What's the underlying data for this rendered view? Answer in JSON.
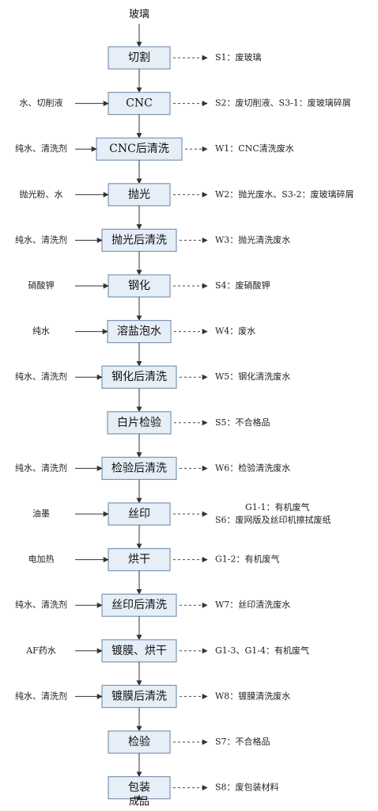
{
  "flow": {
    "start": "玻璃",
    "end": "成品",
    "steps": [
      {
        "name": "切割",
        "input": "",
        "output": [
          "S1：废玻璃"
        ]
      },
      {
        "name": "CNC",
        "input": "水、切削液",
        "output": [
          "S2：废切削液、S3-1：废玻璃碎屑"
        ]
      },
      {
        "name": "CNC后清洗",
        "input": "纯水、清洗剂",
        "output": [
          "W1：CNC清洗废水"
        ]
      },
      {
        "name": "抛光",
        "input": "抛光粉、水",
        "output": [
          "W2：抛光废水、S3-2：废玻璃碎屑"
        ]
      },
      {
        "name": "抛光后清洗",
        "input": "纯水、清洗剂",
        "output": [
          "W3：抛光清洗废水"
        ]
      },
      {
        "name": "钢化",
        "input": "硝酸钾",
        "output": [
          "S4：废硝酸钾"
        ]
      },
      {
        "name": "溶盐泡水",
        "input": "纯水",
        "output": [
          "W4：废水"
        ]
      },
      {
        "name": "钢化后清洗",
        "input": "纯水、清洗剂",
        "output": [
          "W5：钢化清洗废水"
        ]
      },
      {
        "name": "白片检验",
        "input": "",
        "output": [
          "S5：不合格品"
        ]
      },
      {
        "name": "检验后清洗",
        "input": "纯水、清洗剂",
        "output": [
          "W6：检验清洗废水"
        ]
      },
      {
        "name": "丝印",
        "input": "油墨",
        "output": [
          "G1-1：有机废气",
          "S6：废网版及丝印机擦拭废纸"
        ]
      },
      {
        "name": "烘干",
        "input": "电加热",
        "output": [
          "G1-2：有机废气"
        ]
      },
      {
        "name": "丝印后清洗",
        "input": "纯水、清洗剂",
        "output": [
          "W7：丝印清洗废水"
        ]
      },
      {
        "name": "镀膜、烘干",
        "input": "AF药水",
        "output": [
          "G1-3、G1-4：有机废气"
        ]
      },
      {
        "name": "镀膜后清洗",
        "input": "纯水、清洗剂",
        "output": [
          "W8：镀膜清洗废水"
        ]
      },
      {
        "name": "检验",
        "input": "",
        "output": [
          "S7：不合格品"
        ]
      },
      {
        "name": "包装",
        "input": "",
        "output": [
          "S8：废包装材料"
        ]
      }
    ]
  },
  "colors": {
    "box_fill": "#e6eef7",
    "box_stroke": "#7f96b3",
    "line": "#333333"
  }
}
